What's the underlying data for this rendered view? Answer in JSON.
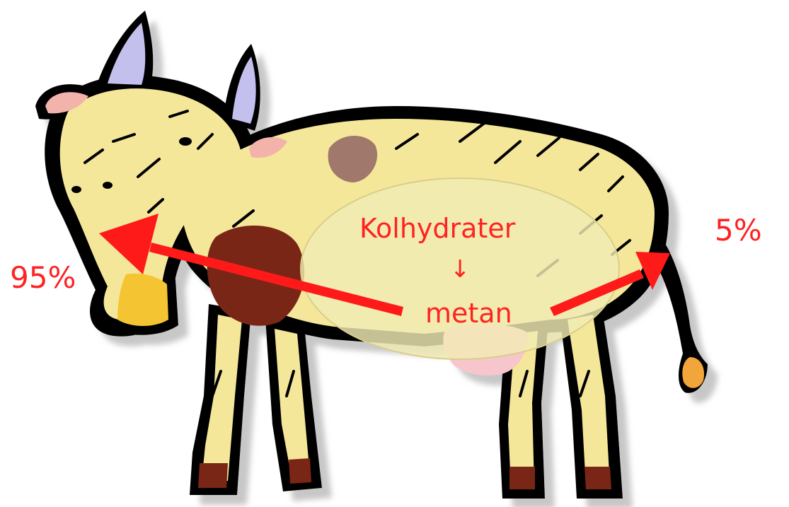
{
  "diagram": {
    "center_process": {
      "input": "Kolhydrater",
      "arrow": "↓",
      "output": "metan"
    },
    "left_share": "95%",
    "right_share": "5%"
  },
  "colors": {
    "text_red": "#ff2222",
    "arrow_red": "#ff1a1a",
    "cow_cream": "#f5e79a",
    "cow_outline": "#000000",
    "spot_dark_red": "#7a2818",
    "spot_brown": "#a0786c",
    "horn_lavender": "#c3c0ee",
    "ear_pink": "#f3b3aa",
    "bell_yellow": "#f4c432",
    "hoof_orange": "#f4891c",
    "udder_pink": "#f6c6cc",
    "tail_tuft": "#f2a53a",
    "rumen_oval": "#f1ebb4"
  },
  "icons": [
    "cow-illustration",
    "bell-icon",
    "udder-icon",
    "tail-icon"
  ]
}
